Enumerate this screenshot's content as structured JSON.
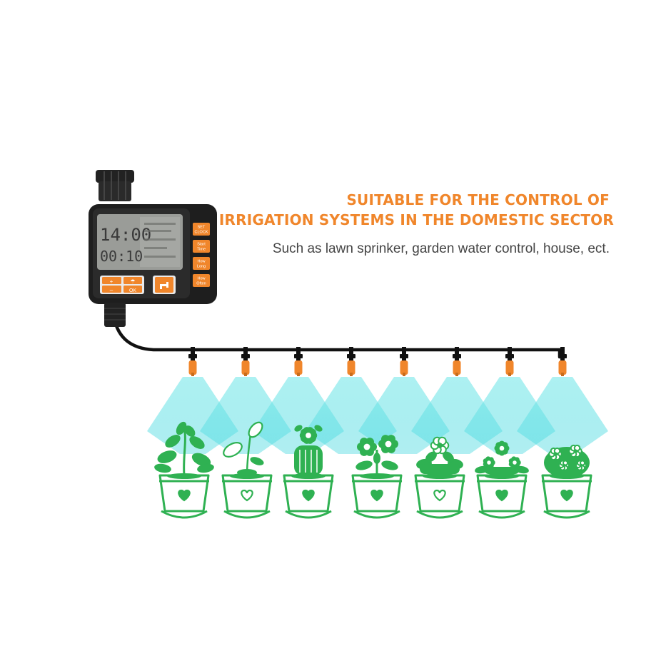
{
  "headline": {
    "line1": "SUITABLE  FOR  THE CONTROL OF",
    "line2": "IRRIGATION SYSTEMS IN THE DOMESTIC SECTOR"
  },
  "subheadline": "Such as lawn sprinker, garden water control, house, ect.",
  "timer": {
    "display": {
      "clock": "14:00",
      "duration": "00:10"
    },
    "side_buttons": [
      {
        "line1": "SET",
        "line2": "CLOCK"
      },
      {
        "line1": "Start",
        "line2": "Time"
      },
      {
        "line1": "How",
        "line2": "Long"
      },
      {
        "line1": "How",
        "line2": "Often"
      }
    ],
    "keypad": {
      "plus": "+",
      "minus": "–",
      "ok": "OK"
    },
    "manual_icon": "faucet-icon"
  },
  "colors": {
    "accent": "#f0862b",
    "plant_green": "#2fb152",
    "spray_cyan": "#5fe3e6",
    "body": "#1e1e1e",
    "text_gray": "#444444"
  },
  "nozzle_count": 8,
  "plants": [
    {
      "type": "leafy-plant-icon",
      "pot_mark": "heart-solid"
    },
    {
      "type": "seedling-outline-icon",
      "pot_mark": "heart-outline"
    },
    {
      "type": "cactus-icon",
      "pot_mark": "heart-solid"
    },
    {
      "type": "flowering-plant-icon",
      "pot_mark": "heart-solid"
    },
    {
      "type": "flower-bush-icon",
      "pot_mark": "heart-outline"
    },
    {
      "type": "daisy-bush-icon",
      "pot_mark": "heart-solid"
    },
    {
      "type": "shrub-icon",
      "pot_mark": "heart-solid"
    }
  ]
}
